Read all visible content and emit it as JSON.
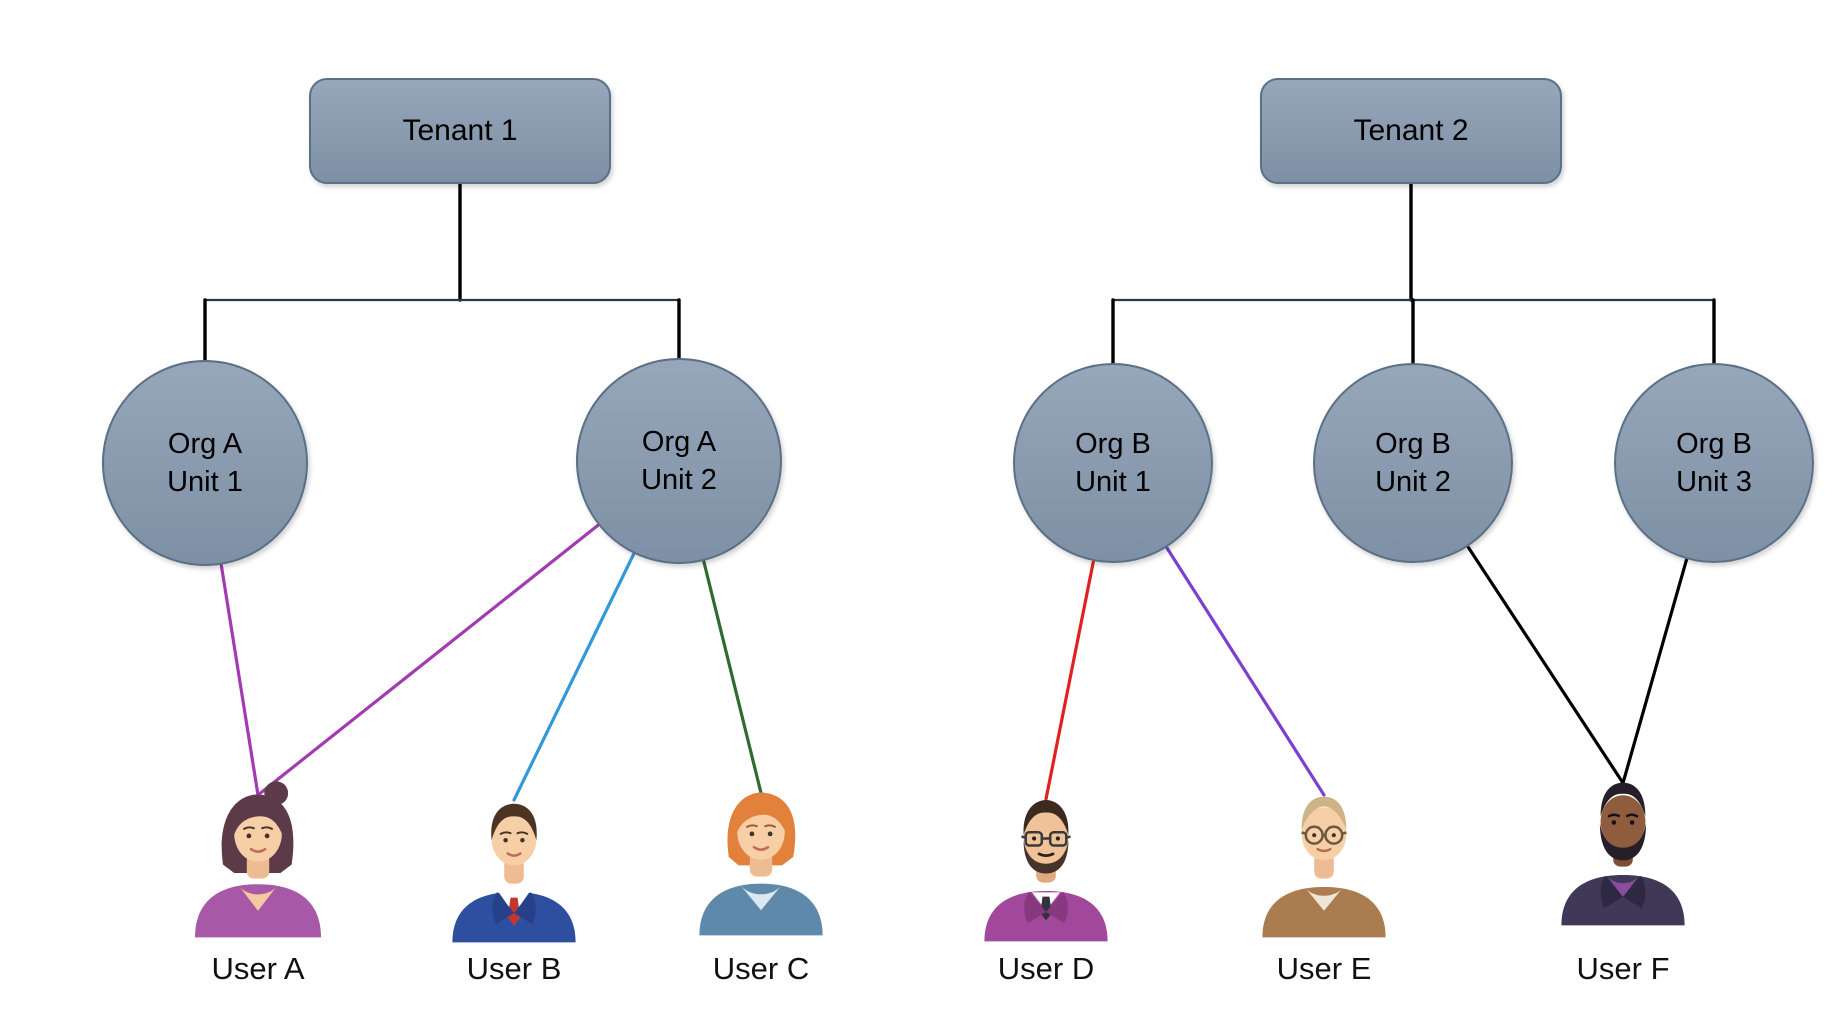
{
  "diagram": {
    "style": {
      "background": "#ffffff",
      "node_fill_top": "#97a7ba",
      "node_fill_bottom": "#7e90a5",
      "node_border": "#5a7086",
      "node_text_color": "#000000",
      "tree_line_color": "#000000",
      "bus_line_color": "#203a54",
      "label_color": "#111111"
    },
    "tenants": [
      {
        "id": "tenant1",
        "label": "Tenant 1"
      },
      {
        "id": "tenant2",
        "label": "Tenant 2"
      }
    ],
    "org_units": [
      {
        "id": "orgA1",
        "tenant": "tenant1",
        "line1": "Org A",
        "line2": "Unit 1"
      },
      {
        "id": "orgA2",
        "tenant": "tenant1",
        "line1": "Org A",
        "line2": "Unit 2"
      },
      {
        "id": "orgB1",
        "tenant": "tenant2",
        "line1": "Org B",
        "line2": "Unit 1"
      },
      {
        "id": "orgB2",
        "tenant": "tenant2",
        "line1": "Org B",
        "line2": "Unit 2"
      },
      {
        "id": "orgB3",
        "tenant": "tenant2",
        "line1": "Org B",
        "line2": "Unit 3"
      }
    ],
    "users": [
      {
        "id": "userA",
        "label": "User A"
      },
      {
        "id": "userB",
        "label": "User B"
      },
      {
        "id": "userC",
        "label": "User C"
      },
      {
        "id": "userD",
        "label": "User D"
      },
      {
        "id": "userE",
        "label": "User E"
      },
      {
        "id": "userF",
        "label": "User F"
      }
    ],
    "assignments": [
      {
        "from": "orgA1",
        "to": "userA",
        "color": "#a23ab0"
      },
      {
        "from": "orgA2",
        "to": "userA",
        "color": "#a23ab0"
      },
      {
        "from": "orgA2",
        "to": "userB",
        "color": "#3398d8"
      },
      {
        "from": "orgA2",
        "to": "userC",
        "color": "#2f6b31"
      },
      {
        "from": "orgB1",
        "to": "userD",
        "color": "#e32021"
      },
      {
        "from": "orgB1",
        "to": "userE",
        "color": "#7e3fd0"
      },
      {
        "from": "orgB2",
        "to": "userF",
        "color": "#000000"
      },
      {
        "from": "orgB3",
        "to": "userF",
        "color": "#000000"
      }
    ]
  }
}
